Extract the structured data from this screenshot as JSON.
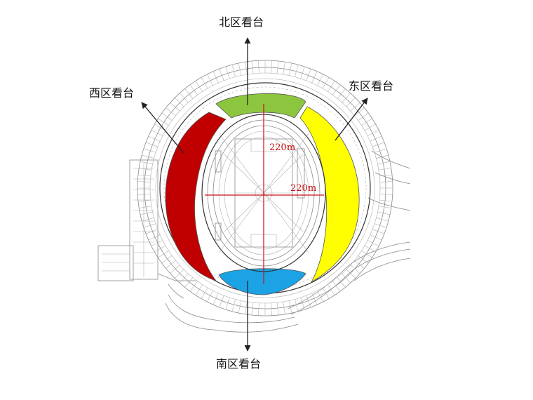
{
  "labels": {
    "north": "北区看台",
    "south": "南区看台",
    "west": "西区看台",
    "east": "东区看台"
  },
  "dimensions": {
    "vertical": "220m",
    "horizontal": "220m"
  },
  "colors": {
    "north_stand": "#8cc63f",
    "south_stand": "#1ba3e6",
    "west_stand": "#c00000",
    "east_stand": "#ffff00",
    "dimension_lines": "#cc1111"
  }
}
